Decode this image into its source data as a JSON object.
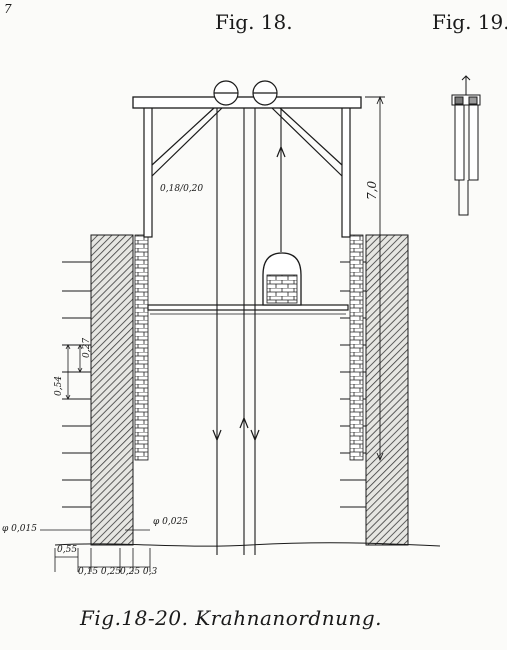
{
  "figure": {
    "corner_mark": "7",
    "fig18_title": "Fig. 18.",
    "fig19_title": "Fig. 19.",
    "caption": "Fig.18-20. Krahnanordnung."
  },
  "dimensions": {
    "beam_section": "0,18/0,20",
    "height": "7,0",
    "brick_course": "0,27",
    "spacing": "0,54",
    "diameter_right": "φ 0,025",
    "diameter_left": "φ 0,015",
    "base_width": "0,55",
    "left_offsets": "0,15 0,25",
    "right_offsets": "0,25 0,3"
  },
  "colors": {
    "ink": "#1a1a1a",
    "paper": "#fbfbf9",
    "hatch": "#3a3a3a"
  }
}
